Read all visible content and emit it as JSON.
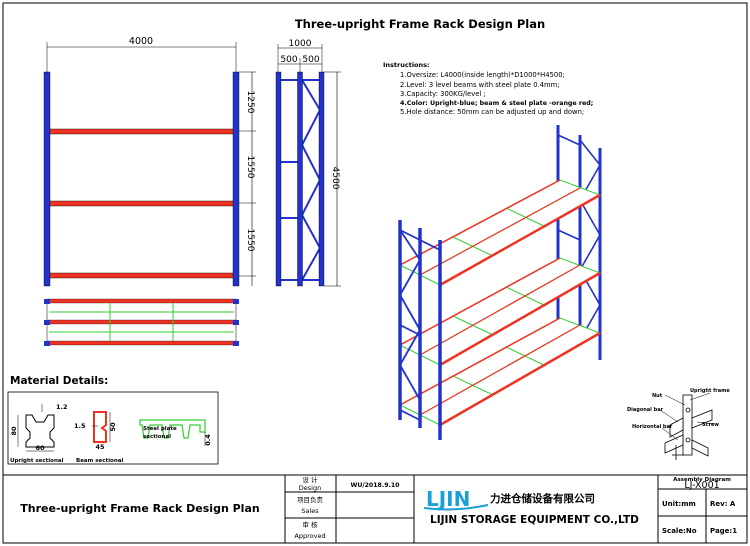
{
  "title": "Three-upright Frame Rack Design Plan",
  "front_view": {
    "width_dim": "4000",
    "height_dims": [
      "1250",
      "1550",
      "1550"
    ]
  },
  "side_view": {
    "depth_dim": "1000",
    "half_dims": [
      "500",
      "500"
    ],
    "height_dim": "4500"
  },
  "instructions": {
    "heading": "Instructions:",
    "items": [
      "1.Oversize: L4000(inside length)*D1000*H4500;",
      "2.Level: 3 level beams with steel plate 0.4mm;",
      "3.Capacity: 300KG/level ;",
      "4.Color: Upright-blue; beam & steel plate -orange red;",
      "5.Hole distance: 50mm can be adjusted up and down;"
    ]
  },
  "material": {
    "heading": "Material Details:",
    "upright": {
      "label": "Upright sectional",
      "dims": [
        "1.2",
        "80",
        "60"
      ]
    },
    "beam": {
      "label": "Beam sectional",
      "dims": [
        "1.5",
        "50",
        "45"
      ]
    },
    "plate": {
      "label_line1": "Steel plate",
      "label_line2": "sectional",
      "dim": "0.4"
    }
  },
  "detail_callouts": [
    "Nut",
    "Upright frame",
    "Diagonal bar",
    "Screw",
    "Horizontal bar"
  ],
  "title_block": {
    "plan_name": "Three-upright Frame Rack Design Plan",
    "design_cn": "设 计",
    "design_en": "Design",
    "design_value": "WU/2018.9.10",
    "sales_cn": "项目负责",
    "sales_en": "Sales",
    "approved_cn": "审 核",
    "approved_en": "Approved",
    "company_cn": "力进仓储设备有限公司",
    "company_en": "LIJIN STORAGE EQUIPMENT CO.,LTD",
    "assembly_label": "Assembly Diagram",
    "assembly_no": "LJ-X001",
    "unit": "Unit:mm",
    "rev": "Rev: A",
    "scale": "Scale:No",
    "page": "Page:1"
  },
  "colors": {
    "upright": "#2233cc",
    "beam": "#ee3322",
    "plate": "#33cc33",
    "line": "#000000"
  }
}
